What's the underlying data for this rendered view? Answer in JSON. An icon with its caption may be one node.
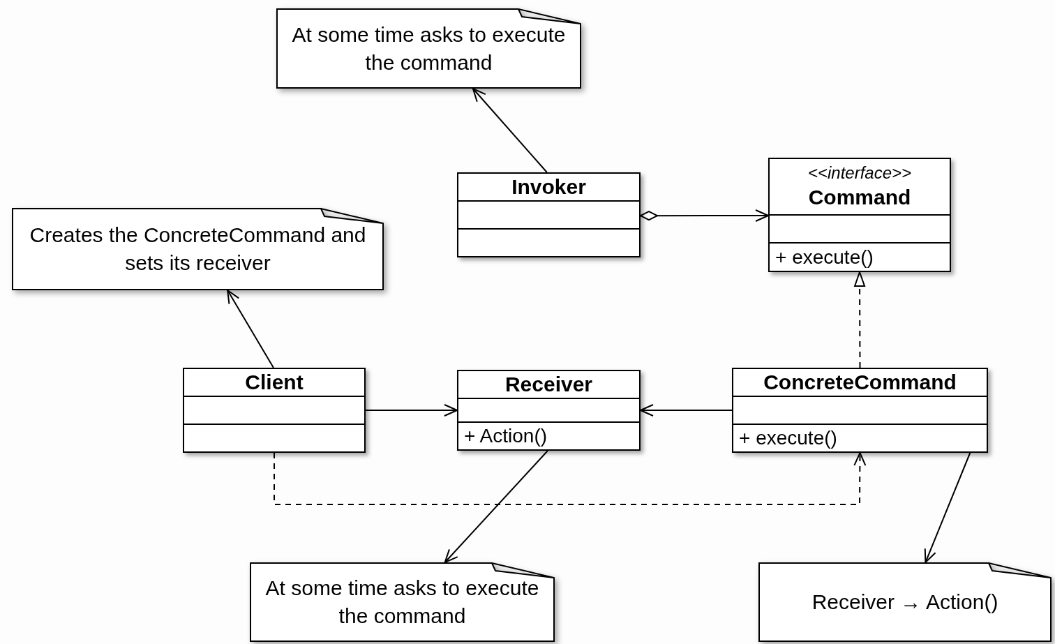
{
  "diagram": {
    "nodes": [
      {
        "text": [
          "At some time asks to execute the command"
        ]
      },
      {
        "text": [
          "Invoker"
        ]
      },
      {
        "text": [
          "<<interface>>",
          "Command",
          "+ execute()"
        ]
      },
      {
        "text": [
          "Creates the ConcreteCommand and sets its receiver"
        ]
      },
      {
        "text": [
          "Client"
        ]
      },
      {
        "text": [
          "Receiver",
          "+ Action()"
        ]
      },
      {
        "text": [
          "ConcreteCommand",
          "+ execute()"
        ]
      },
      {
        "text": [
          "At some time asks to execute the command"
        ]
      },
      {
        "text": [
          "Receiver → Action()"
        ]
      }
    ],
    "edges": [
      {
        "from": 1,
        "to": 0,
        "arrow": "to"
      },
      {
        "from": 1,
        "to": 2,
        "arrow": "to"
      },
      {
        "from": 6,
        "to": 2,
        "arrow": "to",
        "style": "dashed"
      },
      {
        "from": 4,
        "to": 3,
        "arrow": "to"
      },
      {
        "from": 4,
        "to": 5,
        "arrow": "to"
      },
      {
        "from": 6,
        "to": 5,
        "arrow": "to"
      },
      {
        "from": 4,
        "to": 6,
        "arrow": "to",
        "style": "dashed"
      },
      {
        "from": 5,
        "to": 7,
        "arrow": "to"
      },
      {
        "from": 6,
        "to": 8,
        "arrow": "to"
      }
    ]
  }
}
